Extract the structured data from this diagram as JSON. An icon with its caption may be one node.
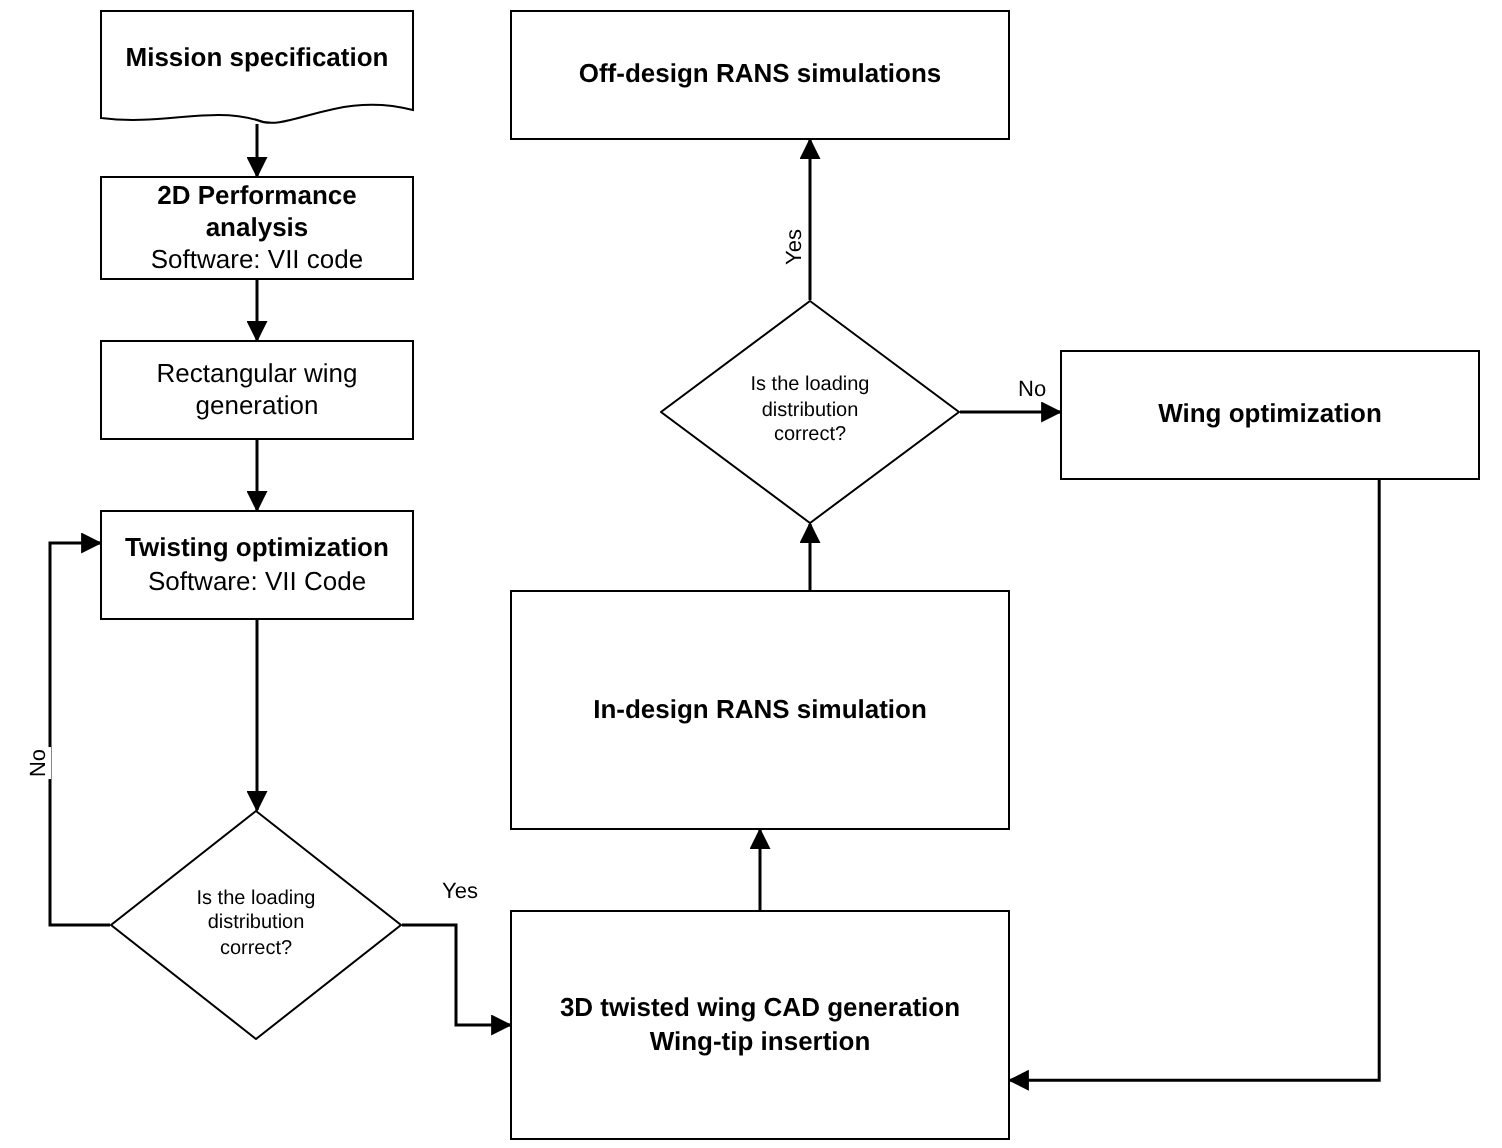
{
  "diagram": {
    "nodes": [
      {
        "text": [
          "Mission specification"
        ]
      },
      {
        "text": [
          "2D Performance analysis",
          "Software: VII code"
        ]
      },
      {
        "text": [
          "Rectangular wing generation"
        ]
      },
      {
        "text": [
          "Twisting optimization",
          "Software: VII Code"
        ]
      },
      {
        "text": [
          "Is the loading distribution correct?"
        ]
      },
      {
        "text": [
          "3D twisted wing CAD generation Wing-tip insertion"
        ]
      },
      {
        "text": [
          "In-design RANS simulation"
        ]
      },
      {
        "text": [
          "Is the loading distribution correct?"
        ]
      },
      {
        "text": [
          "Off-design RANS simulations"
        ]
      },
      {
        "text": [
          "Wing optimization"
        ]
      }
    ],
    "edges": [
      {
        "from": 0,
        "to": 1,
        "arrow": "to"
      },
      {
        "from": 1,
        "to": 2,
        "arrow": "to"
      },
      {
        "from": 2,
        "to": 3,
        "arrow": "to"
      },
      {
        "from": 3,
        "to": 4,
        "arrow": "to"
      },
      {
        "from": 4,
        "to": 3,
        "arrow": "to",
        "label": "No"
      },
      {
        "from": 4,
        "to": 5,
        "arrow": "to",
        "label": "Yes"
      },
      {
        "from": 5,
        "to": 6,
        "arrow": "to"
      },
      {
        "from": 6,
        "to": 7,
        "arrow": "to"
      },
      {
        "from": 7,
        "to": 8,
        "arrow": "to",
        "label": "Yes"
      },
      {
        "from": 7,
        "to": 9,
        "arrow": "to",
        "label": "No"
      },
      {
        "from": 9,
        "to": 5,
        "arrow": "to"
      }
    ]
  }
}
